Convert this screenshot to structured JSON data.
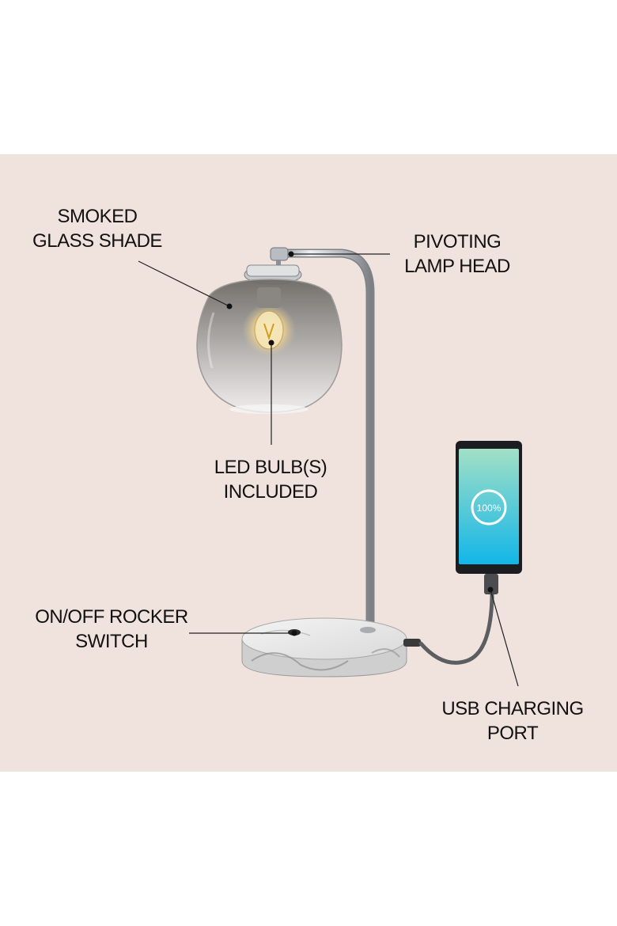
{
  "callouts": {
    "smoked_glass_shade": {
      "line1": "SMOKED",
      "line2": "GLASS SHADE"
    },
    "pivoting_lamp_head": {
      "line1": "PIVOTING",
      "line2": "LAMP HEAD"
    },
    "led_bulbs": {
      "line1": "LED BULB(S)",
      "line2": "INCLUDED"
    },
    "on_off_switch": {
      "line1": "ON/OFF ROCKER",
      "line2": "SWITCH"
    },
    "usb_port": {
      "line1": "USB CHARGING",
      "line2": "PORT"
    }
  },
  "phone": {
    "charge_text": "100%",
    "charge_level": 1.0
  },
  "colors": {
    "panel_background": "#f0e3de",
    "page_background": "#ffffff",
    "chrome": "#c9ccd0",
    "phone_gradient_top": "#9fe0c8",
    "phone_gradient_bottom": "#16b7e6",
    "leader_line": "#222222"
  }
}
